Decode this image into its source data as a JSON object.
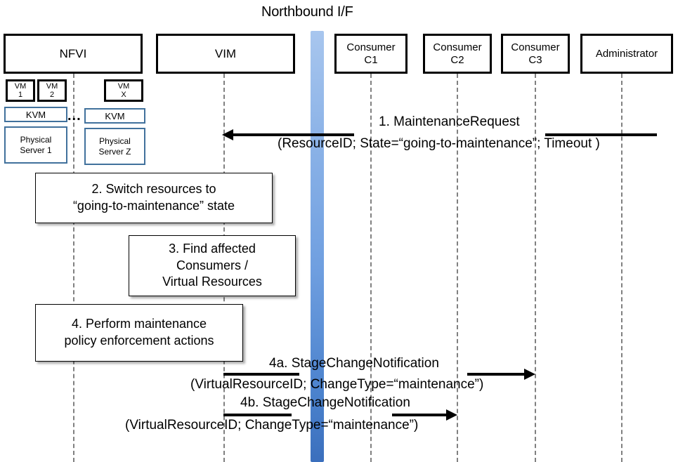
{
  "diagram": {
    "title": "Northbound I/F",
    "northbound_bar": {
      "name": "Northbound I/F bar",
      "color_top": "#a8c6ee",
      "color_bottom": "#3b6fbd"
    },
    "actors": [
      {
        "id": "nfvi",
        "label": "NFVI"
      },
      {
        "id": "vim",
        "label": "VIM"
      },
      {
        "id": "c1",
        "label": "Consumer\nC1",
        "line1": "Consumer",
        "line2": "C1"
      },
      {
        "id": "c2",
        "label": "Consumer\nC2",
        "line1": "Consumer",
        "line2": "C2"
      },
      {
        "id": "c3",
        "label": "Consumer\nC3",
        "line1": "Consumer",
        "line2": "C3"
      },
      {
        "id": "admin",
        "label": "Administrator"
      }
    ],
    "nfvi_stack": {
      "vms": [
        {
          "line1": "VM",
          "line2": "1"
        },
        {
          "line1": "VM",
          "line2": "2"
        },
        {
          "line1": "VM",
          "line2": "X"
        }
      ],
      "hypervisors": [
        {
          "label": "KVM"
        },
        {
          "label": "KVM"
        }
      ],
      "servers": [
        {
          "line1": "Physical",
          "line2": "Server 1"
        },
        {
          "line1": "Physical",
          "line2": "Server Z"
        }
      ],
      "ellipsis": "...",
      "border_color": "#41719C"
    },
    "notes": [
      {
        "id": "note2",
        "line1": "2. Switch resources to",
        "line2": "“going-to-maintenance” state"
      },
      {
        "id": "note3",
        "line1": "3. Find affected",
        "line2": "Consumers /",
        "line3": "Virtual Resources"
      },
      {
        "id": "note4",
        "line1": "4. Perform maintenance",
        "line2": "policy enforcement actions"
      }
    ],
    "messages": [
      {
        "id": "msg1",
        "number": "1.",
        "name": "MaintenanceRequest",
        "title": "1.    MaintenanceRequest",
        "params": "(ResourceID; State=“going-to-maintenance”; Timeout )",
        "from": "admin",
        "to": "vim",
        "direction": "left"
      },
      {
        "id": "msg4a",
        "number": "4a.",
        "name": "StageChangeNotification",
        "title": "4a. StageChangeNotification",
        "params": "(VirtualResourceID; ChangeType=“maintenance”)",
        "from": "vim",
        "to": "c3",
        "direction": "right"
      },
      {
        "id": "msg4b",
        "number": "4b.",
        "name": "StageChangeNotification",
        "title": "4b. StageChangeNotification",
        "params": "(VirtualResourceID; ChangeType=“maintenance”)",
        "from": "vim",
        "to": "c2",
        "direction": "right"
      }
    ]
  }
}
